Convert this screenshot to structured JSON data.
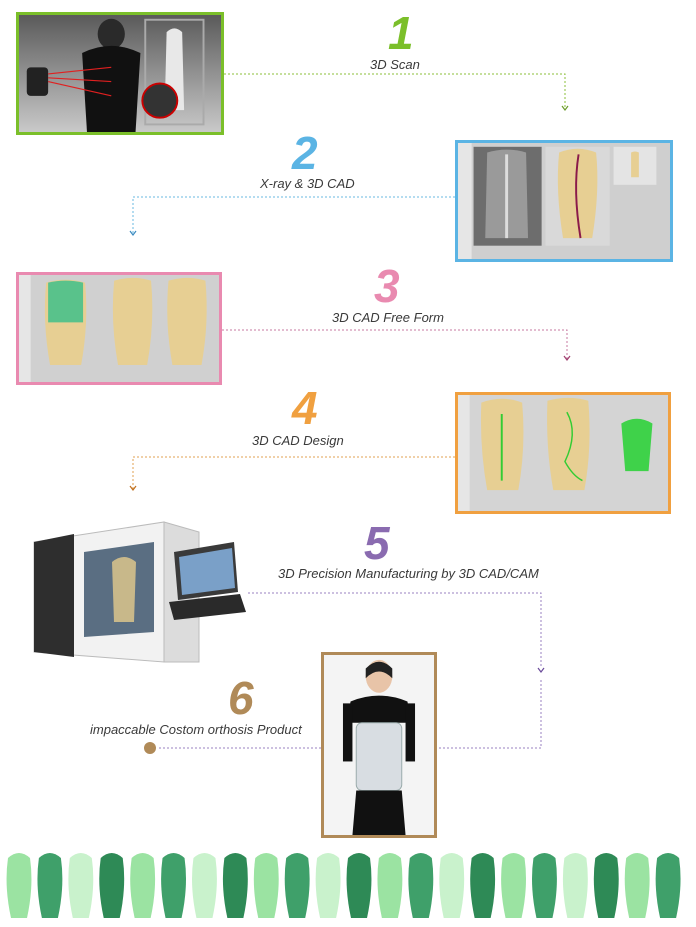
{
  "steps": [
    {
      "number": "1",
      "label": "3D Scan",
      "color": "#7bbf2a"
    },
    {
      "number": "2",
      "label": "X-ray & 3D CAD",
      "color": "#5bb4e4"
    },
    {
      "number": "3",
      "label": "3D CAD Free Form",
      "color": "#e98ab0"
    },
    {
      "number": "4",
      "label": "3D CAD Design",
      "color": "#f0a040"
    },
    {
      "number": "5",
      "label": "3D Precision Manufacturing by 3D CAD/CAM",
      "color": "#8a6bb0"
    },
    {
      "number": "6",
      "label": "impaccable Costom orthosis Product",
      "color": "#b08a58"
    }
  ],
  "images": [
    {
      "name": "scan-photo",
      "border": "#7bbf2a"
    },
    {
      "name": "xray-cad-screenshot",
      "border": "#5bb4e4"
    },
    {
      "name": "freeform-cad-screenshot",
      "border": "#e98ab0"
    },
    {
      "name": "cad-design-screenshot",
      "border": "#f0a040"
    },
    {
      "name": "cnc-machine-image"
    },
    {
      "name": "orthosis-product-photo",
      "border": "#b08a58"
    }
  ],
  "footer": {
    "name": "torso-models-strip",
    "colors": [
      "#9be3a2",
      "#3fa06a",
      "#c9f2cc",
      "#2e8a56"
    ]
  }
}
